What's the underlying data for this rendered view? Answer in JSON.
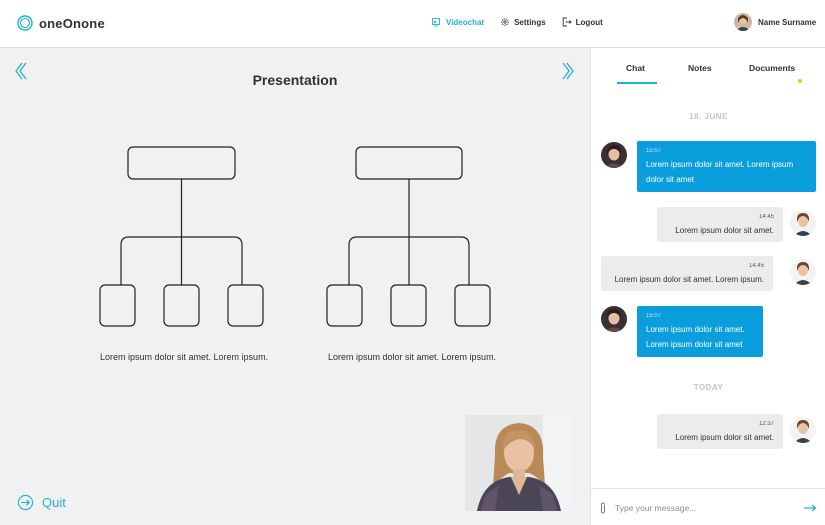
{
  "header": {
    "logo_text": "oneOnone",
    "nav": [
      {
        "label": "Videochat",
        "icon": "video-icon",
        "active": true
      },
      {
        "label": "Settings",
        "icon": "gear-icon",
        "active": false
      },
      {
        "label": "Logout",
        "icon": "logout-icon",
        "active": false
      }
    ],
    "user_name": "Name Surname"
  },
  "presentation": {
    "title": "Presentation",
    "captions": [
      "Lorem ipsum dolor sit amet. Lorem ipsum.",
      "Lorem ipsum dolor sit amet. Lorem ipsum."
    ],
    "quit_label": "Quit"
  },
  "chat": {
    "tabs": [
      "Chat",
      "Notes",
      "Documents"
    ],
    "active_tab": "Chat",
    "date_separators": [
      "18. JUNE",
      "TODAY"
    ],
    "messages": [
      {
        "direction": "in",
        "time": "15:07",
        "text": "Lorem ipsum dolor sit amet. Lorem ipsum dolor sit amet"
      },
      {
        "direction": "out",
        "time": "14:45",
        "text": "Lorem ipsum dolor sit amet."
      },
      {
        "direction": "out",
        "time": "14:45",
        "text": "Lorem ipsum dolor sit amet. Lorem ipsum."
      },
      {
        "direction": "in",
        "time": "15:07",
        "text": "Lorem ipsum dolor sit amet. Lorem ipsum dolor sit amet"
      },
      {
        "direction": "out",
        "time": "12:37",
        "text": "Lorem ipsum dolor sit amet."
      }
    ],
    "composer_placeholder": "Type your message..."
  },
  "colors": {
    "accent": "#1fb2c8",
    "bubble_in": "#0a9fdc",
    "bubble_out": "#ececec",
    "notification_dot": "#f0c419"
  }
}
